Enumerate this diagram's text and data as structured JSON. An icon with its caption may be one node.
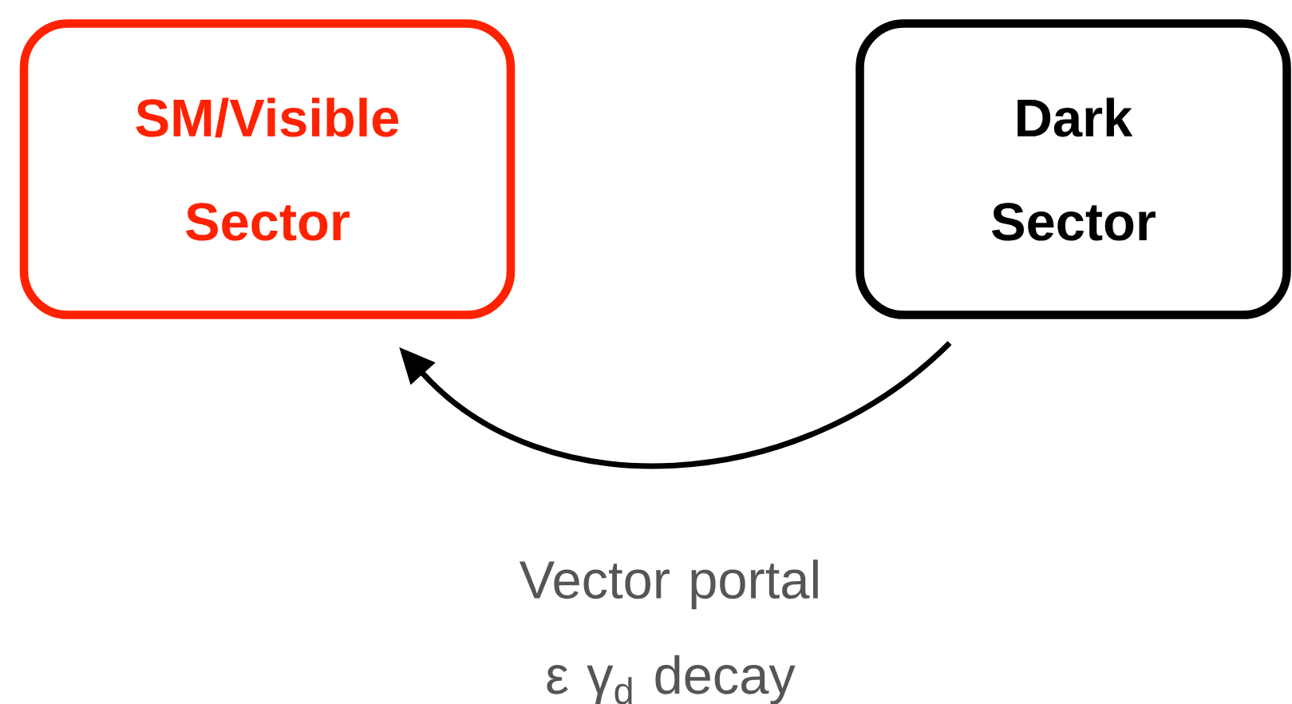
{
  "diagram": {
    "nodes": [
      {
        "text": [
          "SM/Visible Sector"
        ]
      },
      {
        "text": [
          "Dark Sector"
        ]
      }
    ],
    "edges": [
      {
        "from": 1,
        "to": 0,
        "arrow": "to",
        "label": "Vector portal ε γ$_{d}$ decay"
      }
    ]
  }
}
